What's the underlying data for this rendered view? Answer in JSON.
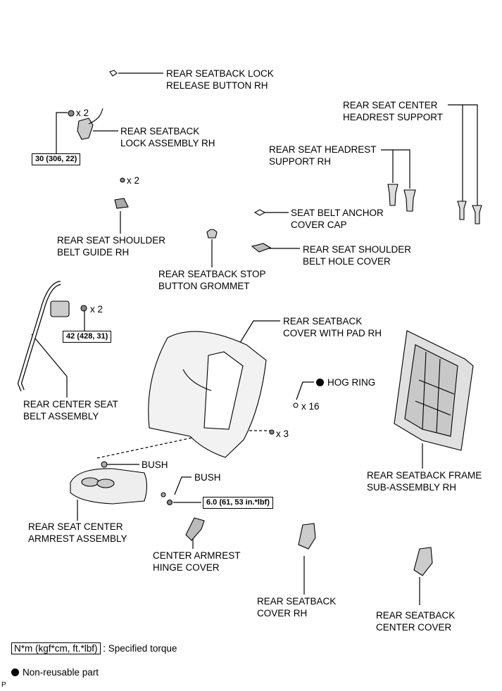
{
  "labels": {
    "lock_release_button": [
      "REAR SEATBACK LOCK",
      "RELEASE BUTTON RH"
    ],
    "lock_assembly": [
      "REAR SEATBACK",
      "LOCK ASSEMBLY RH"
    ],
    "center_headrest_support": [
      "REAR SEAT CENTER",
      "HEADREST SUPPORT"
    ],
    "headrest_support": [
      "REAR SEAT HEADREST",
      "SUPPORT RH"
    ],
    "anchor_cover_cap": [
      "SEAT BELT ANCHOR",
      "COVER CAP"
    ],
    "shoulder_belt_guide": [
      "REAR SEAT SHOULDER",
      "BELT GUIDE RH"
    ],
    "shoulder_belt_hole_cover": [
      "REAR SEAT SHOULDER",
      "BELT HOLE COVER"
    ],
    "stop_button_grommet": [
      "REAR SEATBACK STOP",
      "BUTTON GROMMET"
    ],
    "seatback_cover_pad": [
      "REAR SEATBACK",
      "COVER WITH PAD RH"
    ],
    "hog_ring": "HOG RING",
    "center_seat_belt": [
      "REAR CENTER SEAT",
      "BELT ASSEMBLY"
    ],
    "bush_1": "BUSH",
    "bush_2": "BUSH",
    "frame_subassembly": [
      "REAR SEATBACK FRAME",
      "SUB-ASSEMBLY RH"
    ],
    "center_armrest": [
      "REAR SEAT CENTER",
      "ARMREST ASSEMBLY"
    ],
    "armrest_hinge_cover": [
      "CENTER ARMREST",
      "HINGE COVER"
    ],
    "seatback_cover": [
      "REAR SEATBACK",
      "COVER RH"
    ],
    "seatback_center_cover": [
      "REAR SEATBACK",
      "CENTER COVER"
    ]
  },
  "torques": {
    "lock_bolt": "30 (306, 22)",
    "belt_nut": "42 (428, 31)",
    "armrest_bolt": "6.0 (61, 53 in.*lbf)"
  },
  "quantities": {
    "lock_bolts": "x 2",
    "guide_screws": "x 2",
    "belt_nuts": "x 2",
    "hog_rings": "x 16",
    "clips": "x 3"
  },
  "legend": {
    "torque_unit": "N*m (kgf*cm, ft.*lbf)",
    "torque_desc": ": Specified torque",
    "nonreusable": "Non-reusable part"
  },
  "corner_mark": "P"
}
